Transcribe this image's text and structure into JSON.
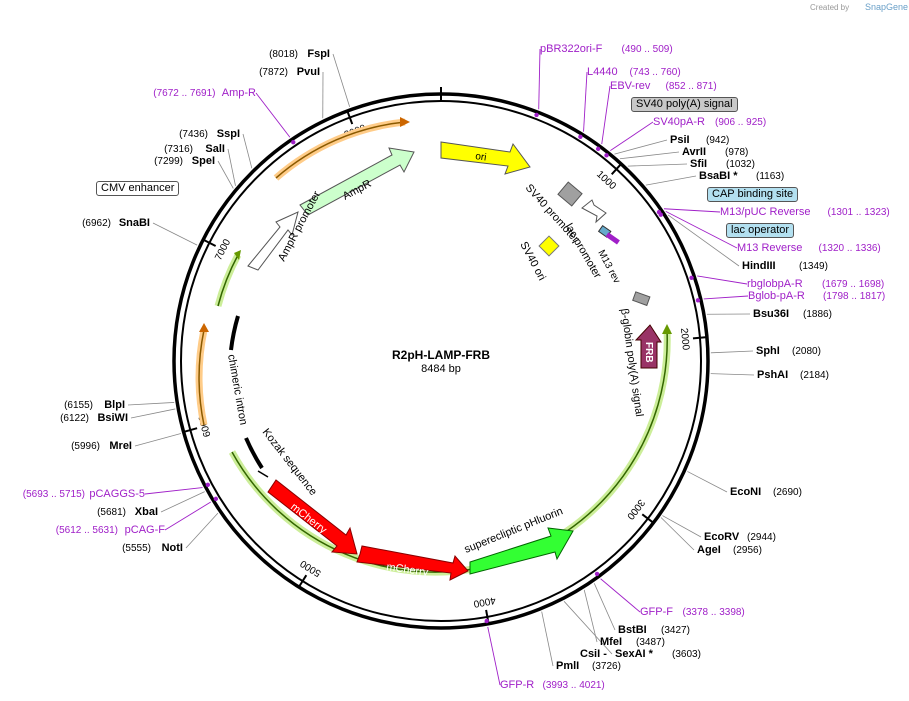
{
  "credit": {
    "created_by": "Created by",
    "brand": "SnapGene"
  },
  "plasmid": {
    "name": "R2pH-LAMP-FRB",
    "size": "8484 bp",
    "length": 8484
  },
  "colors": {
    "backbone": "#000000",
    "ori": "#ffff00",
    "ampr": "#ccffcc",
    "mcherry": "#ff0000",
    "phluorin": "#33ff33",
    "frb": "#993366",
    "primer": "#a020c8",
    "feature_box": "#b3e0f0",
    "gray_box": "#c0c0c0",
    "orange_hl": "#ff9900",
    "green_hl": "#66cc00"
  },
  "ticks": [
    {
      "bp": 1000,
      "label": "1000"
    },
    {
      "bp": 2000,
      "label": "2000"
    },
    {
      "bp": 3000,
      "label": "3000"
    },
    {
      "bp": 4000,
      "label": "4000"
    },
    {
      "bp": 5000,
      "label": "5000"
    },
    {
      "bp": 6000,
      "label": "6000"
    },
    {
      "bp": 7000,
      "label": "7000"
    },
    {
      "bp": 8000,
      "label": "8000"
    }
  ],
  "enzymes": [
    {
      "id": "fspi",
      "name": "FspI",
      "pos": "(8018)",
      "bp": 8018,
      "side": "left"
    },
    {
      "id": "pvui",
      "name": "PvuI",
      "pos": "(7872)",
      "bp": 7872,
      "side": "left"
    },
    {
      "id": "sspi",
      "name": "SspI",
      "pos": "(7436)",
      "bp": 7436,
      "side": "left"
    },
    {
      "id": "sali",
      "name": "SalI",
      "pos": "(7316)",
      "bp": 7316,
      "side": "left"
    },
    {
      "id": "spei",
      "name": "SpeI",
      "pos": "(7299)",
      "bp": 7299,
      "side": "left"
    },
    {
      "id": "snabi",
      "name": "SnaBI",
      "pos": "(6962)",
      "bp": 6962,
      "side": "left"
    },
    {
      "id": "blpi",
      "name": "BlpI",
      "pos": "(6155)",
      "bp": 6155,
      "side": "left"
    },
    {
      "id": "bswi",
      "name": "BsiWI",
      "pos": "(6122)",
      "bp": 6122,
      "side": "left"
    },
    {
      "id": "mrei",
      "name": "MreI",
      "pos": "(5996)",
      "bp": 5996,
      "side": "left"
    },
    {
      "id": "xbai",
      "name": "XbaI",
      "pos": "(5681)",
      "bp": 5681,
      "side": "left"
    },
    {
      "id": "noti",
      "name": "NotI",
      "pos": "(5555)",
      "bp": 5555,
      "side": "left"
    },
    {
      "id": "psti",
      "name": "PsiI",
      "pos": "(942)",
      "bp": 942,
      "side": "right"
    },
    {
      "id": "avrii",
      "name": "AvrII",
      "pos": "(978)",
      "bp": 978,
      "side": "right"
    },
    {
      "id": "sfii",
      "name": "SfiI",
      "pos": "(1032)",
      "bp": 1032,
      "side": "right"
    },
    {
      "id": "bsabi",
      "name": "BsaBI",
      "star": "*",
      "pos": "(1163)",
      "bp": 1163,
      "side": "right"
    },
    {
      "id": "hindiii",
      "name": "HindIII",
      "pos": "(1349)",
      "bp": 1349,
      "side": "right"
    },
    {
      "id": "bsu36i",
      "name": "Bsu36I",
      "pos": "(1886)",
      "bp": 1886,
      "side": "right"
    },
    {
      "id": "sphi",
      "name": "SphI",
      "pos": "(2080)",
      "bp": 2080,
      "side": "right"
    },
    {
      "id": "pshai",
      "name": "PshAI",
      "pos": "(2184)",
      "bp": 2184,
      "side": "right"
    },
    {
      "id": "ecoNI",
      "name": "EcoNI",
      "pos": "(2690)",
      "bp": 2690,
      "side": "right"
    },
    {
      "id": "ecorv",
      "name": "EcoRV",
      "pos": "(2944)",
      "bp": 2944,
      "side": "right"
    },
    {
      "id": "agei",
      "name": "AgeI",
      "pos": "(2956)",
      "bp": 2956,
      "side": "right"
    },
    {
      "id": "bstbi",
      "name": "BstBI",
      "pos": "(3427)",
      "bp": 3427,
      "side": "right"
    },
    {
      "id": "mfei",
      "name": "MfeI",
      "pos": "(3487)",
      "bp": 3487,
      "side": "right"
    },
    {
      "id": "csii",
      "name": "CsiI",
      "pos": "",
      "bp": 3603,
      "side": "right"
    },
    {
      "id": "sexai",
      "name": "SexAI",
      "star": "*",
      "pos": "(3603)",
      "bp": 3603,
      "side": "right"
    },
    {
      "id": "pmli",
      "name": "PmlI",
      "pos": "(3726)",
      "bp": 3726,
      "side": "right"
    }
  ],
  "primers": [
    {
      "id": "ampr",
      "name": "Amp-R",
      "range": "(7672 .. 7691)",
      "bp": 7682
    },
    {
      "id": "pbr322",
      "name": "pBR322ori-F",
      "range": "(490 .. 509)",
      "bp": 500
    },
    {
      "id": "l4440",
      "name": "L4440",
      "range": "(743 .. 760)",
      "bp": 751
    },
    {
      "id": "ebvrev",
      "name": "EBV-rev",
      "range": "(852 .. 871)",
      "bp": 861
    },
    {
      "id": "sv40par",
      "name": "SV40pA-R",
      "range": "(906 .. 925)",
      "bp": 915
    },
    {
      "id": "m13puc",
      "name": "M13/pUC Reverse",
      "range": "(1301 .. 1323)",
      "bp": 1312
    },
    {
      "id": "m13rev",
      "name": "M13 Reverse",
      "range": "(1320 .. 1336)",
      "bp": 1328
    },
    {
      "id": "rbglob",
      "name": "rbglobpA-R",
      "range": "(1679 .. 1698)",
      "bp": 1688
    },
    {
      "id": "bglob",
      "name": "Bglob-pA-R",
      "range": "(1798 .. 1817)",
      "bp": 1808
    },
    {
      "id": "gfpf",
      "name": "GFP-F",
      "range": "(3378 .. 3398)",
      "bp": 3388
    },
    {
      "id": "gfpr",
      "name": "GFP-R",
      "range": "(3993 .. 4021)",
      "bp": 4007
    },
    {
      "id": "pcaggs5",
      "name": "pCAGGS-5",
      "range": "(5693 .. 5715)",
      "bp": 5704
    },
    {
      "id": "pcagf",
      "name": "pCAG-F",
      "range": "(5612 .. 5631)",
      "bp": 5621
    }
  ],
  "boxed_features": [
    {
      "id": "sv40polya",
      "name": "SV40 poly(A) signal",
      "style": "gray"
    },
    {
      "id": "capbind",
      "name": "CAP binding site",
      "style": "blue"
    },
    {
      "id": "lacop",
      "name": "lac operator",
      "style": "blue"
    },
    {
      "id": "cmvenh",
      "name": "CMV enhancer",
      "style": "white"
    }
  ],
  "features": {
    "ori": "ori",
    "ampr": "AmpR",
    "ampr_promoter": "AmpR promoter",
    "sv40_promoter": "SV40 promoter",
    "lac_promoter": "lac promoter",
    "m13_rev": "M13 rev",
    "sv40_ori": "SV40 ori",
    "bglobin": "β-globin poly(A) signal",
    "frb": "FRB",
    "phluorin": "superecliptic pHluorin",
    "mcherry1": "mCherry",
    "mcherry2": "mCherry",
    "kozak": "Kozak sequence",
    "chimeric": "chimeric intron"
  }
}
